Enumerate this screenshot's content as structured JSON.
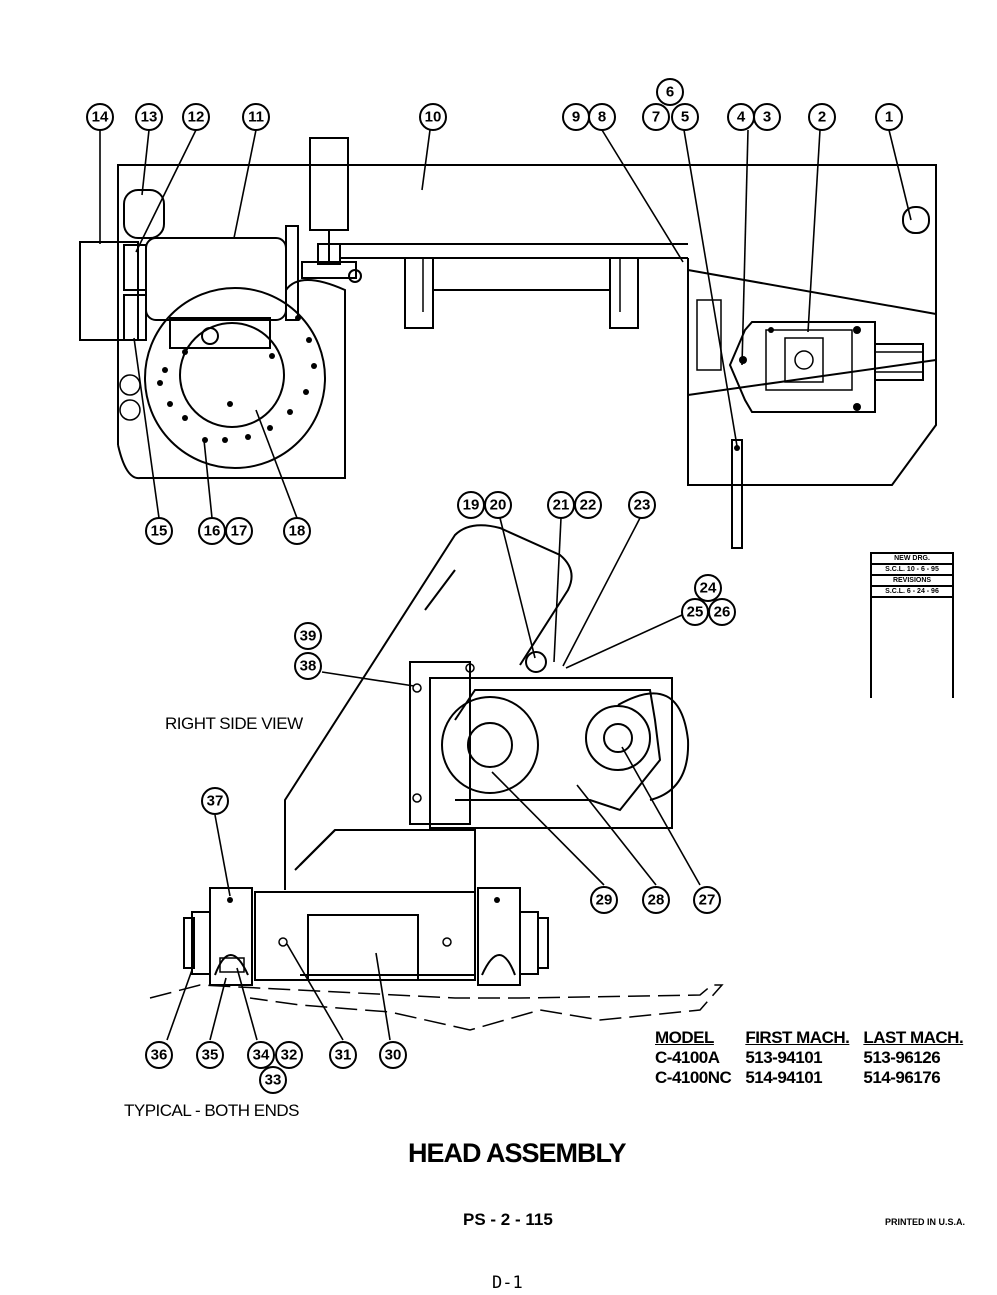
{
  "view_label": "RIGHT SIDE VIEW",
  "typical_note": "TYPICAL - BOTH ENDS",
  "title": "HEAD ASSEMBLY",
  "page_number": "PS - 2 - 115",
  "printed_note": "PRINTED IN U.S.A.",
  "doc_page": "D-1",
  "revisions": {
    "new_drg_label": "NEW DRG.",
    "new_drg_value": "S.C.L. 10 - 6 - 95",
    "revisions_label": "REVISIONS",
    "revisions_value": "S.C.L. 6 - 24 - 96"
  },
  "model_table": {
    "headers": [
      "MODEL",
      "FIRST MACH.",
      "LAST MACH."
    ],
    "rows": [
      [
        "C-4100A",
        "513-94101",
        "513-96126"
      ],
      [
        "C-4100NC",
        "514-94101",
        "514-96176"
      ]
    ]
  },
  "callouts": [
    "1",
    "2",
    "3",
    "4",
    "5",
    "6",
    "7",
    "8",
    "9",
    "10",
    "11",
    "12",
    "13",
    "14",
    "15",
    "16",
    "17",
    "18",
    "19",
    "20",
    "21",
    "22",
    "23",
    "24",
    "25",
    "26",
    "27",
    "28",
    "29",
    "30",
    "31",
    "32",
    "33",
    "34",
    "35",
    "36",
    "37",
    "38",
    "39"
  ]
}
